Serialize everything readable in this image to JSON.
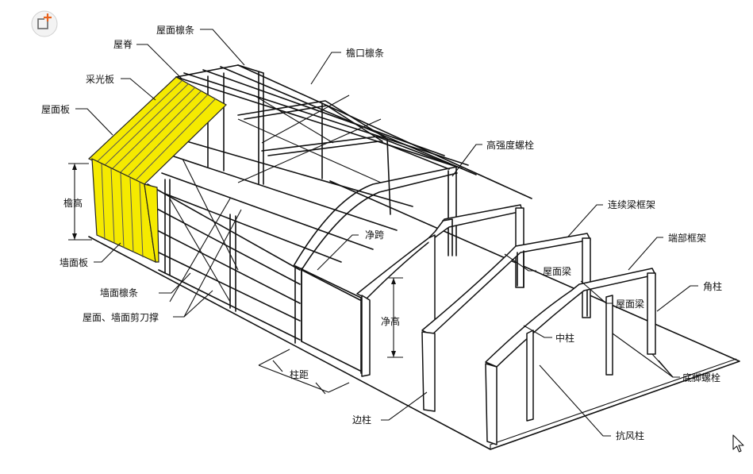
{
  "labels": {
    "roof_purlin": "屋面檩条",
    "ridge": "屋脊",
    "skylight_panel": "采光板",
    "roof_panel": "屋面板",
    "eave_height": "檐高",
    "wall_panel": "墙面板",
    "wall_purlin": "墙面檩条",
    "bracing": "屋面、墙面剪刀撑",
    "eave_purlin": "檐口檩条",
    "hs_bolt": "高强度螺栓",
    "clear_span": "净跨",
    "clear_height": "净高",
    "bay_spacing": "柱距",
    "side_column": "边柱",
    "continuous_frame": "连续梁框架",
    "end_frame": "端部框架",
    "roof_beam_1": "屋面梁",
    "roof_beam_2": "屋面梁",
    "corner_column": "角柱",
    "middle_column": "中柱",
    "anchor_bolt": "底脚螺栓",
    "wind_column": "抗风柱"
  },
  "icons": {
    "top_left": "add-frame-icon",
    "bottom_right": "mouse-cursor-icon"
  },
  "colors": {
    "panel_yellow": "#f5ea00",
    "icon_accent": "#e8621c"
  }
}
